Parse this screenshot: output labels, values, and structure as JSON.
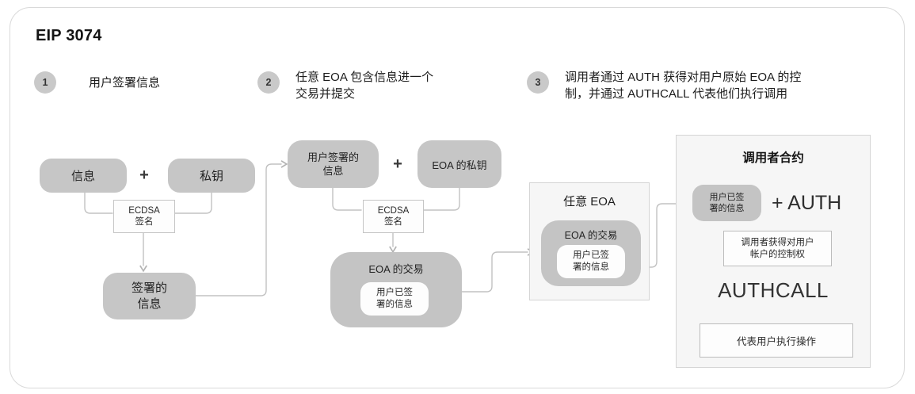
{
  "title": "EIP 3074",
  "steps": [
    {
      "num": "1",
      "text": "用户签署信息"
    },
    {
      "num": "2",
      "text": "任意 EOA 包含信息进一个\n交易并提交"
    },
    {
      "num": "3",
      "text": "调用者通过 AUTH 获得对用户原始 EOA 的控\n制，并通过 AUTHCALL 代表他们执行调用"
    }
  ],
  "flow1": {
    "message_label": "信息",
    "plus": "+",
    "private_key_label": "私钥",
    "ecdsa_label": "ECDSA\n签名",
    "signed_message_label": "签署的\n信息"
  },
  "flow2": {
    "user_signed_label": "用户签署的\n信息",
    "plus": "+",
    "eoa_key_label": "EOA 的私钥",
    "ecdsa_label": "ECDSA\n签名",
    "eoa_tx_label": "EOA 的交易",
    "inner_signed_label": "用户已签\n署的信息"
  },
  "any_eoa": {
    "title": "任意 EOA",
    "eoa_tx_label": "EOA 的交易",
    "inner_signed_label": "用户已签\n署的信息"
  },
  "caller_contract": {
    "title": "调用者合约",
    "signed_label": "用户已签\n署的信息",
    "plus_auth": "+ AUTH",
    "control_label": "调用者获得对用户\n帐户的控制权",
    "authcall": "AUTHCALL",
    "action_label": "代表用户执行操作"
  },
  "colors": {
    "box_gray": "#c6c6c6",
    "panel_bg": "#f6f6f6",
    "panel_border": "#d5d5d5",
    "connector": "#c2c2c2",
    "frame_border": "#d9d9d9",
    "text": "#1d1d1f"
  }
}
